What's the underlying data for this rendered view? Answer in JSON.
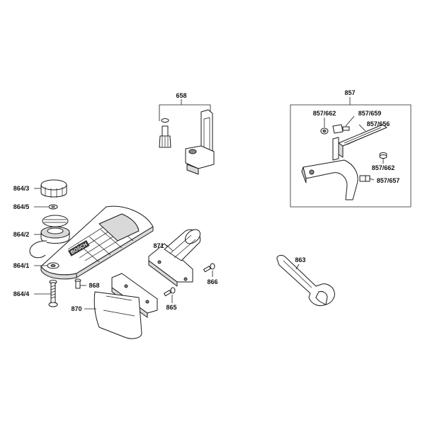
{
  "diagram": {
    "labels": {
      "p658": "658",
      "p857": "857",
      "p857_662a": "857/662",
      "p857_659": "857/659",
      "p857_656": "857/656",
      "p857_662b": "857/662",
      "p857_657": "857/657",
      "p864_3": "864/3",
      "p864_5": "864/5",
      "p864_2": "864/2",
      "p871": "871",
      "p864_1": "864/1",
      "p866": "866",
      "p868": "868",
      "p863": "863",
      "p864_4": "864/4",
      "p870": "870",
      "p865": "865"
    },
    "brand_mark": "BOSCH"
  }
}
